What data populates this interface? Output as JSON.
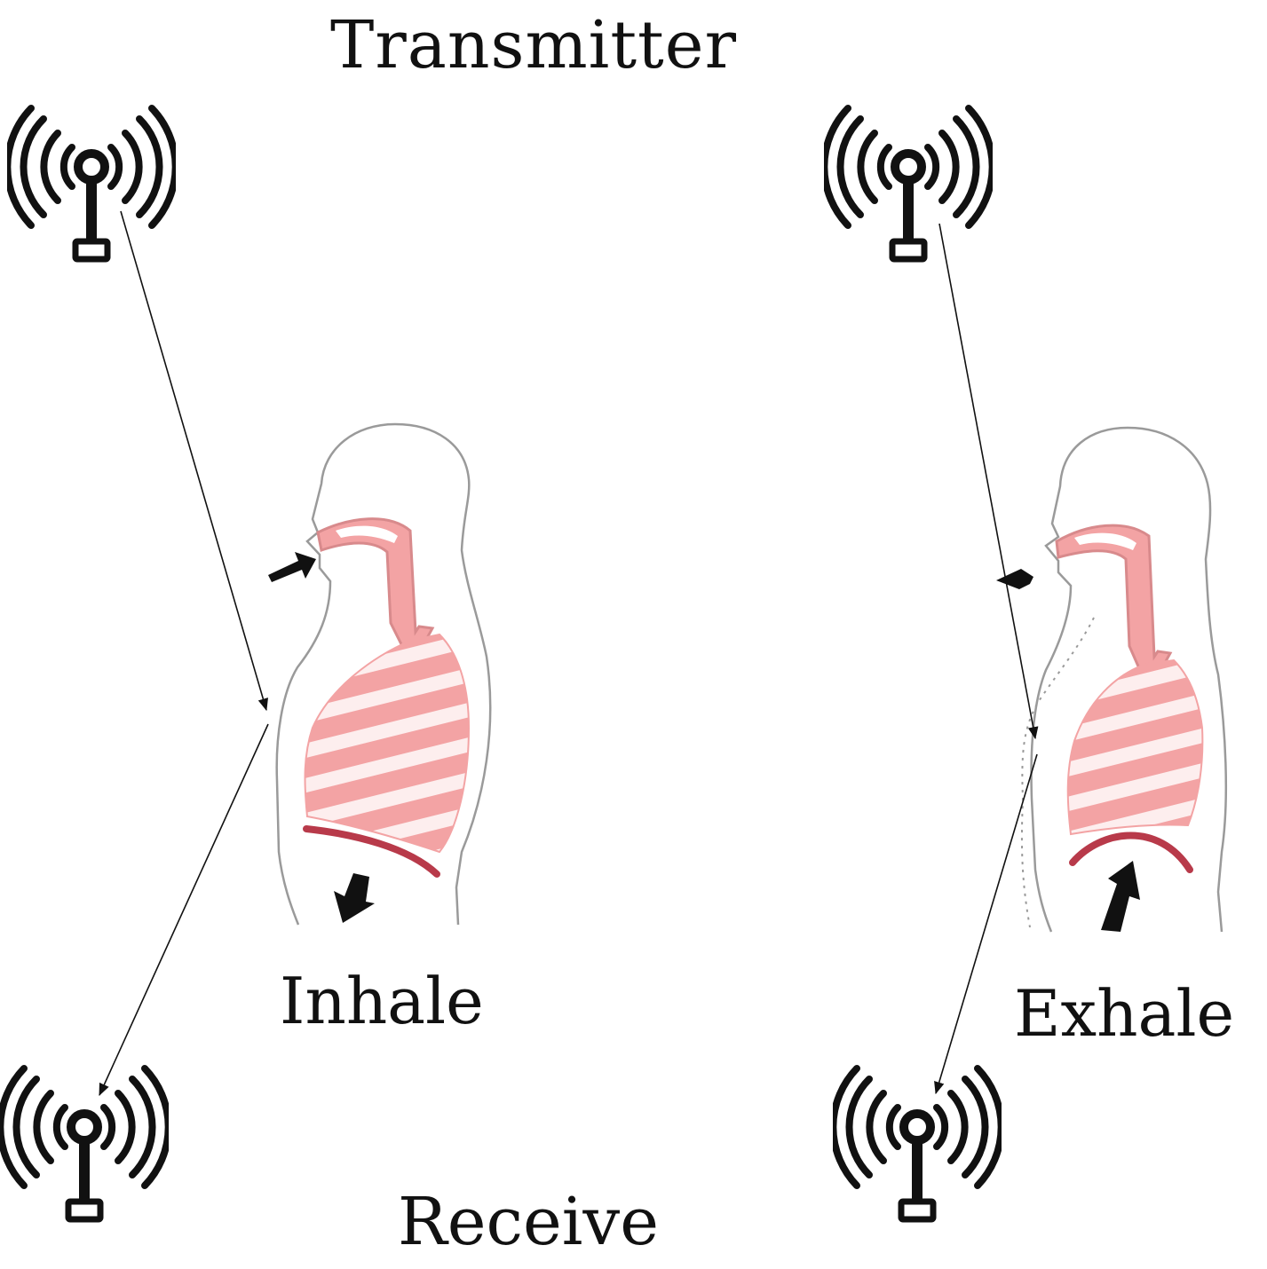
{
  "labels": {
    "transmitter": "Transmitter",
    "inhale": "Inhale",
    "exhale": "Exhale",
    "receive": "Receive"
  },
  "colors": {
    "ink": "#111111",
    "outline": "#9a9a9a",
    "airway": "#f3a3a4",
    "airway_stroke": "#d88a8c",
    "diaphragm": "#b83a4a",
    "background": "#ffffff"
  },
  "icons": {
    "antenna": "wireless-antenna-icon",
    "airflow_arrow": "airflow-arrow-icon",
    "diaphragm_arrow": "diaphragm-arrow-icon"
  }
}
